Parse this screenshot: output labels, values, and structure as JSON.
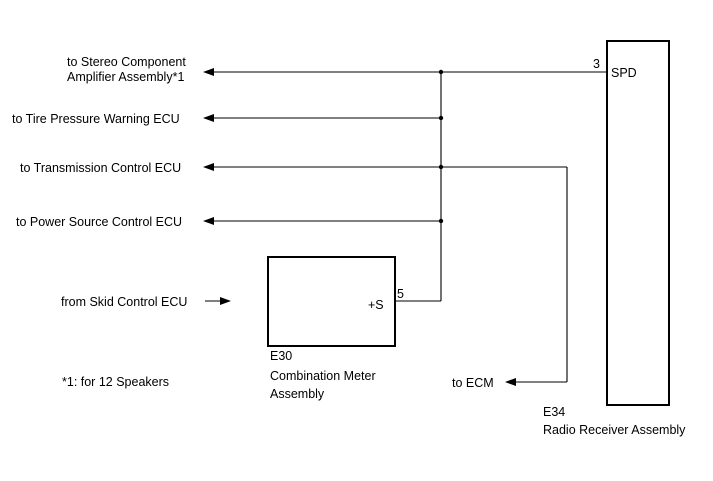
{
  "left_labels": {
    "stereo_line1": "to Stereo Component",
    "stereo_line2": "Amplifier Assembly*1",
    "tire_pressure": "to Tire Pressure Warning ECU",
    "transmission": "to Transmission Control ECU",
    "power_source": "to Power Source Control ECU",
    "skid_control": "from Skid Control ECU"
  },
  "footnote": "*1: for 12 Speakers",
  "ecm_label": "to ECM",
  "combination_meter": {
    "connector": "E30",
    "name_line1": "Combination Meter",
    "name_line2": "Assembly",
    "pin_number": "5",
    "pin_name": "+S"
  },
  "radio_receiver": {
    "connector": "E34",
    "name": "Radio Receiver Assembly",
    "pin_number": "3",
    "pin_name": "SPD"
  }
}
